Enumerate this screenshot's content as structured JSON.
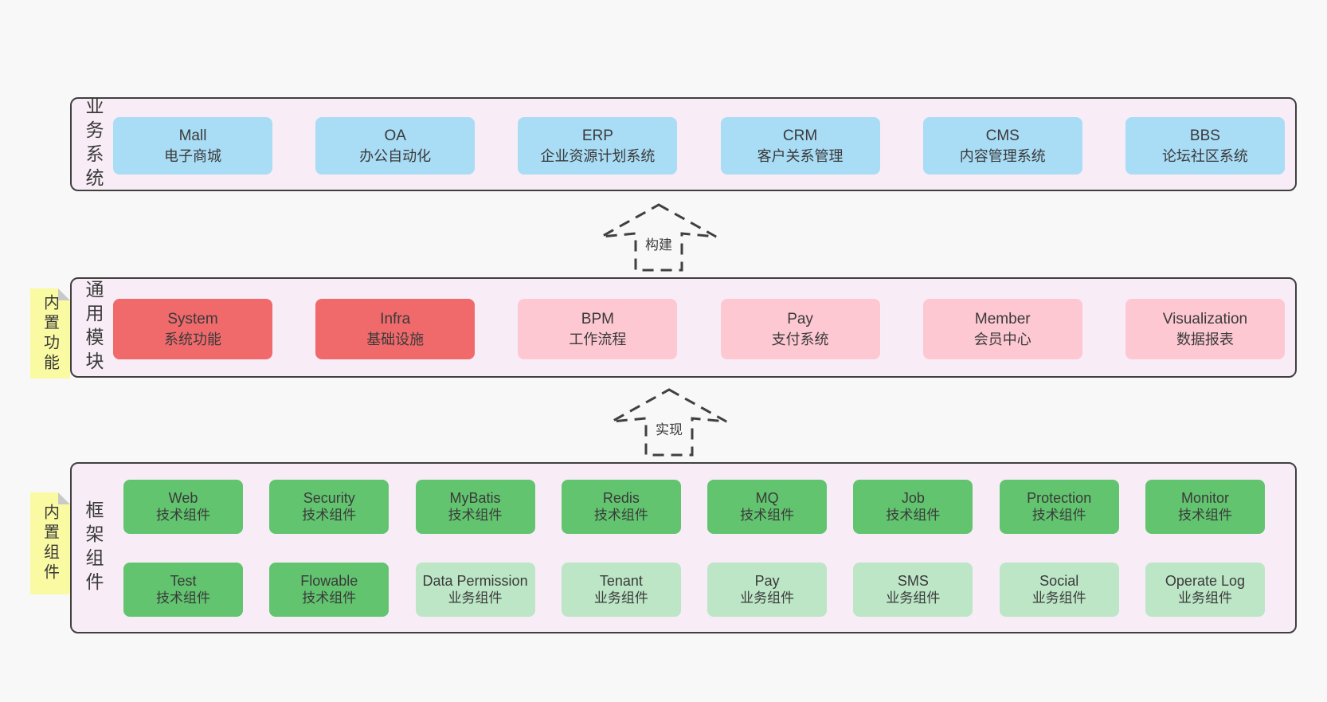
{
  "colors": {
    "page-bg": "#f8f8f8",
    "band-bg": "#f8edf6",
    "line": "#404040",
    "text": "#3a3a3a",
    "blue": "#a9dcf5",
    "red": "#f0696b",
    "pink": "#fdc8d2",
    "green": "#62c46f",
    "lightgreen": "#bce6c6",
    "note-yellow": "#fafaa3",
    "fold-gray": "#c9c9c9"
  },
  "arrows": [
    {
      "label": "构建"
    },
    {
      "label": "实现"
    }
  ],
  "bands": [
    {
      "label": "业务系统",
      "boxes": [
        {
          "name": "Mall",
          "desc": "电子商城",
          "type": "blue"
        },
        {
          "name": "OA",
          "desc": "办公自动化",
          "type": "blue"
        },
        {
          "name": "ERP",
          "desc": "企业资源计划系统",
          "type": "blue"
        },
        {
          "name": "CRM",
          "desc": "客户关系管理",
          "type": "blue"
        },
        {
          "name": "CMS",
          "desc": "内容管理系统",
          "type": "blue"
        },
        {
          "name": "BBS",
          "desc": "论坛社区系统",
          "type": "blue"
        }
      ]
    },
    {
      "label": "通用模块",
      "note": "内置功能",
      "boxes": [
        {
          "name": "System",
          "desc": "系统功能",
          "type": "red"
        },
        {
          "name": "Infra",
          "desc": "基础设施",
          "type": "red"
        },
        {
          "name": "BPM",
          "desc": "工作流程",
          "type": "pink"
        },
        {
          "name": "Pay",
          "desc": "支付系统",
          "type": "pink"
        },
        {
          "name": "Member",
          "desc": "会员中心",
          "type": "pink"
        },
        {
          "name": "Visualization",
          "desc": "数据报表",
          "type": "pink"
        }
      ]
    },
    {
      "label": "框架组件",
      "note": "内置组件",
      "rows": [
        [
          {
            "name": "Web",
            "desc": "技术组件",
            "type": "green"
          },
          {
            "name": "Security",
            "desc": "技术组件",
            "type": "green"
          },
          {
            "name": "MyBatis",
            "desc": "技术组件",
            "type": "green"
          },
          {
            "name": "Redis",
            "desc": "技术组件",
            "type": "green"
          },
          {
            "name": "MQ",
            "desc": "技术组件",
            "type": "green"
          },
          {
            "name": "Job",
            "desc": "技术组件",
            "type": "green"
          },
          {
            "name": "Protection",
            "desc": "技术组件",
            "type": "green"
          },
          {
            "name": "Monitor",
            "desc": "技术组件",
            "type": "green"
          }
        ],
        [
          {
            "name": "Test",
            "desc": "技术组件",
            "type": "green"
          },
          {
            "name": "Flowable",
            "desc": "技术组件",
            "type": "green"
          },
          {
            "name": "Data Permission",
            "desc": "业务组件",
            "type": "lightgreen"
          },
          {
            "name": "Tenant",
            "desc": "业务组件",
            "type": "lightgreen"
          },
          {
            "name": "Pay",
            "desc": "业务组件",
            "type": "lightgreen"
          },
          {
            "name": "SMS",
            "desc": "业务组件",
            "type": "lightgreen"
          },
          {
            "name": "Social",
            "desc": "业务组件",
            "type": "lightgreen"
          },
          {
            "name": "Operate Log",
            "desc": "业务组件",
            "type": "lightgreen"
          }
        ]
      ]
    }
  ]
}
